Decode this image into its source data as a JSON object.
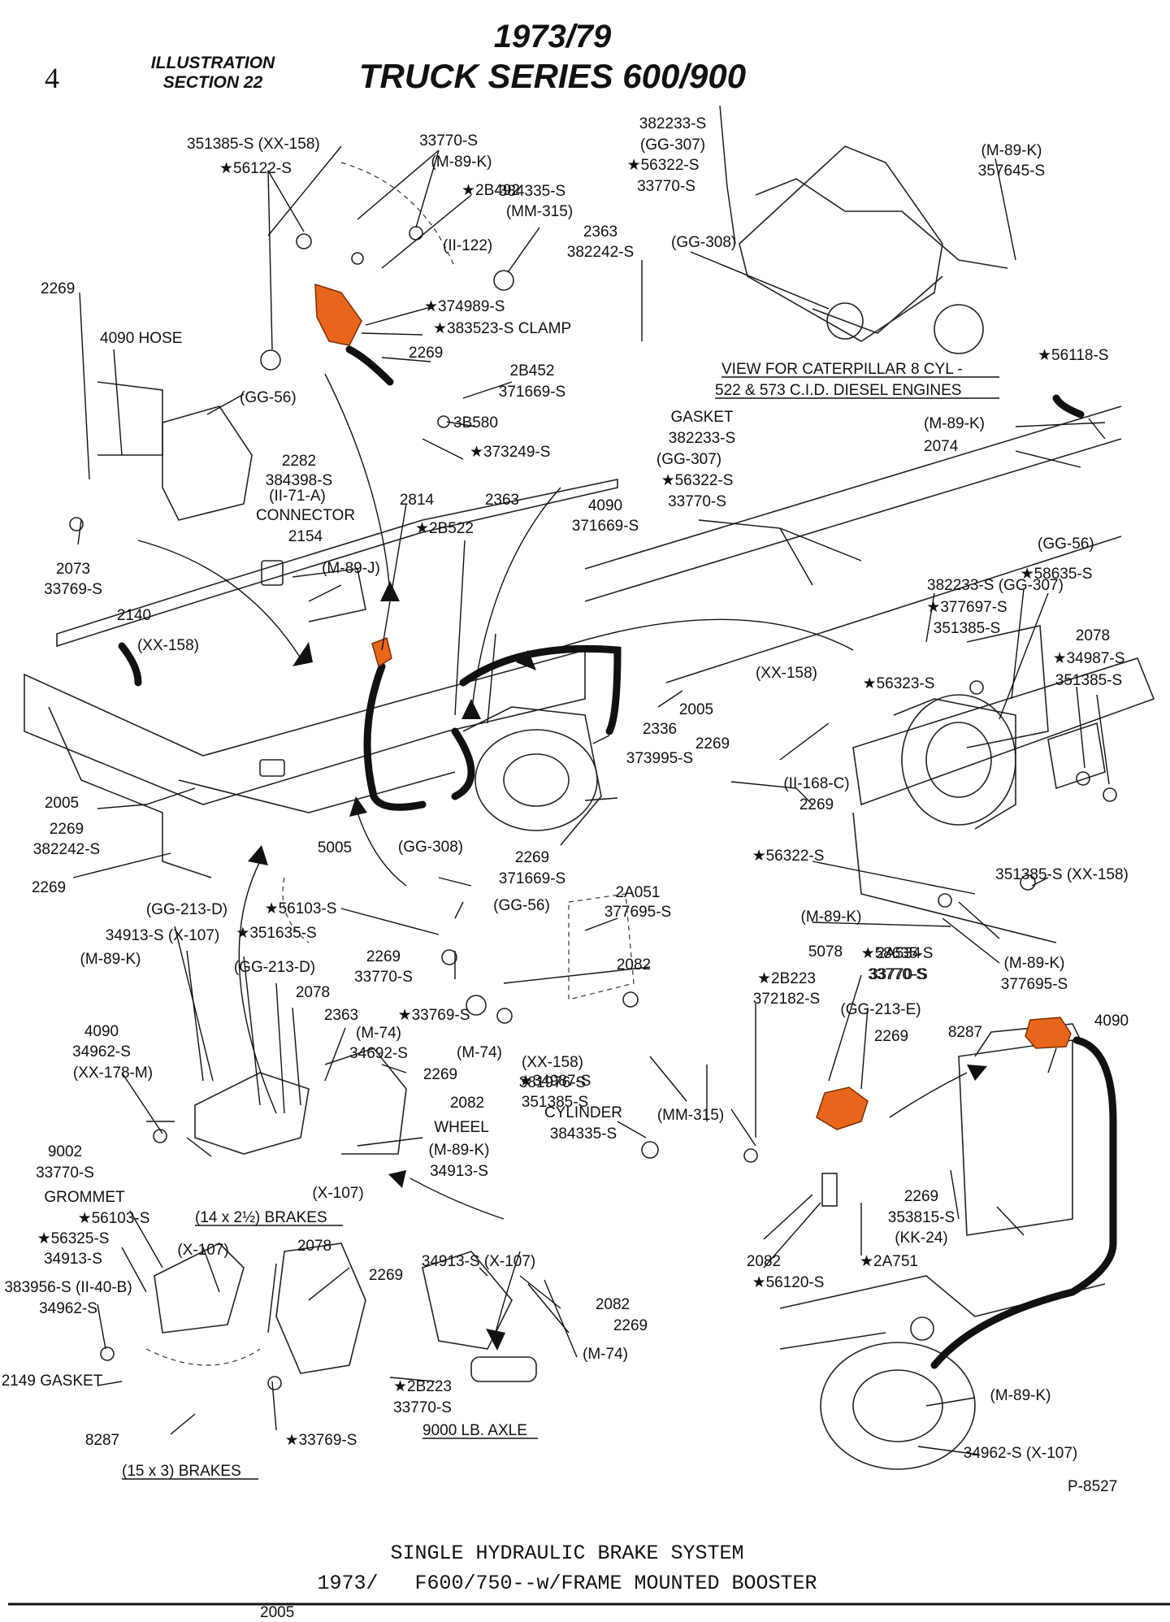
{
  "header": {
    "page_number": "4",
    "section_line1": "ILLUSTRATION",
    "section_line2": "SECTION 22",
    "title_line1": "1973/79",
    "title_line2": "TRUCK SERIES 600/900"
  },
  "footer": {
    "caption_line1": "SINGLE HYDRAULIC BRAKE SYSTEM",
    "caption_line2": "1973/   F600/750--w/FRAME MOUNTED BOOSTER",
    "figure_code": "P-8527"
  },
  "sub_views": {
    "caterpillar_line1": "VIEW FOR CATERPILLAR 8 CYL -",
    "caterpillar_line2": "522 & 573 C.I.D. DIESEL ENGINES",
    "brakes_14": "(14 x 2½) BRAKES",
    "brakes_15": "(15 x 3) BRAKES",
    "axle_9000": "9000 LB. AXLE"
  },
  "highlight_color": "#e8661c",
  "labels": [
    "351385-S (XX-158)",
    "33770-S",
    "(M-89-K)",
    "★56122-S",
    "★2B492",
    "384335-S",
    "(MM-315)",
    "382233-S",
    "(GG-307)",
    "★56322-S",
    "33770-S",
    "(M-89-K)",
    "357645-S",
    "(II-122)",
    "2363",
    "382242-S",
    "(GG-308)",
    "2269",
    "★374989-S",
    "★383523-S CLAMP",
    "4090  HOSE",
    "2269",
    "2B452",
    "371669-S",
    "(GG-56)",
    "3B580",
    "★373249-S",
    "★56118-S",
    "2282",
    "384398-S",
    "(II-71-A)",
    "CONNECTOR",
    "2154",
    "GASKET",
    "382233-S",
    "(GG-307)",
    "★56322-S",
    "33770-S",
    "(M-89-K)",
    "2074",
    "2814",
    "2363",
    "★2B522",
    "4090",
    "371669-S",
    "(GG-56)",
    "2073",
    "33769-S",
    "(M-89-J)",
    "2140",
    "382233-S (GG-307)",
    "★58635-S",
    "★377697-S",
    "351385-S",
    "(XX-158)",
    "2078",
    "★34987-S",
    "351385-S",
    "(XX-158)",
    "★56323-S",
    "2005",
    "2269",
    "2336",
    "373995-S",
    "(II-168-C)",
    "2269",
    "2005",
    "2269",
    "382242-S",
    "(GG-308)",
    "★56322-S",
    "351385-S (XX-158)",
    "2269",
    "5005",
    "2269",
    "371669-S",
    "(GG-56)",
    "2A051",
    "377695-S",
    "(GG-213-D)",
    "★56103-S",
    "★351635-S",
    "2269",
    "33770-S",
    "(M-89-K)",
    "★58635-S",
    "33770-S",
    "(M-89-K)",
    "34913-S (X-107)",
    "2082",
    "5078",
    "2A534",
    "33770-S",
    "(M-89-K)",
    "377695-S",
    "(GG-213-D)",
    "2078",
    "★2B223",
    "372182-S",
    "(GG-213-E)",
    "2363",
    "★33769-S",
    "2269",
    "8287",
    "4090",
    "4090",
    "34962-S",
    "(M-74)",
    "34692-S",
    "(M-74)",
    "★34987-S",
    "351385-S",
    "(XX-158)",
    "381976-S",
    "(XX-178-M)",
    "2269",
    "2082",
    "WHEEL",
    "CYLINDER",
    "384335-S",
    "(MM-315)",
    "9002",
    "33770-S",
    "(M-89-K)",
    "34913-S",
    "(X-107)",
    "2269",
    "353815-S",
    "(KK-24)",
    "GROMMET",
    "★56103-S",
    "2082",
    "★2A751",
    "★56120-S",
    "★56325-S",
    "34913-S",
    "(X-107)",
    "2078",
    "34913-S (X-107)",
    "2269",
    "2082",
    "2269",
    "383956-S (II-40-B)",
    "34962-S",
    "(M-74)",
    "2149 GASKET",
    "★2B223",
    "33770-S",
    "(M-89-K)",
    "8287",
    "★33769-S",
    "34962-S (X-107)",
    "2005"
  ]
}
